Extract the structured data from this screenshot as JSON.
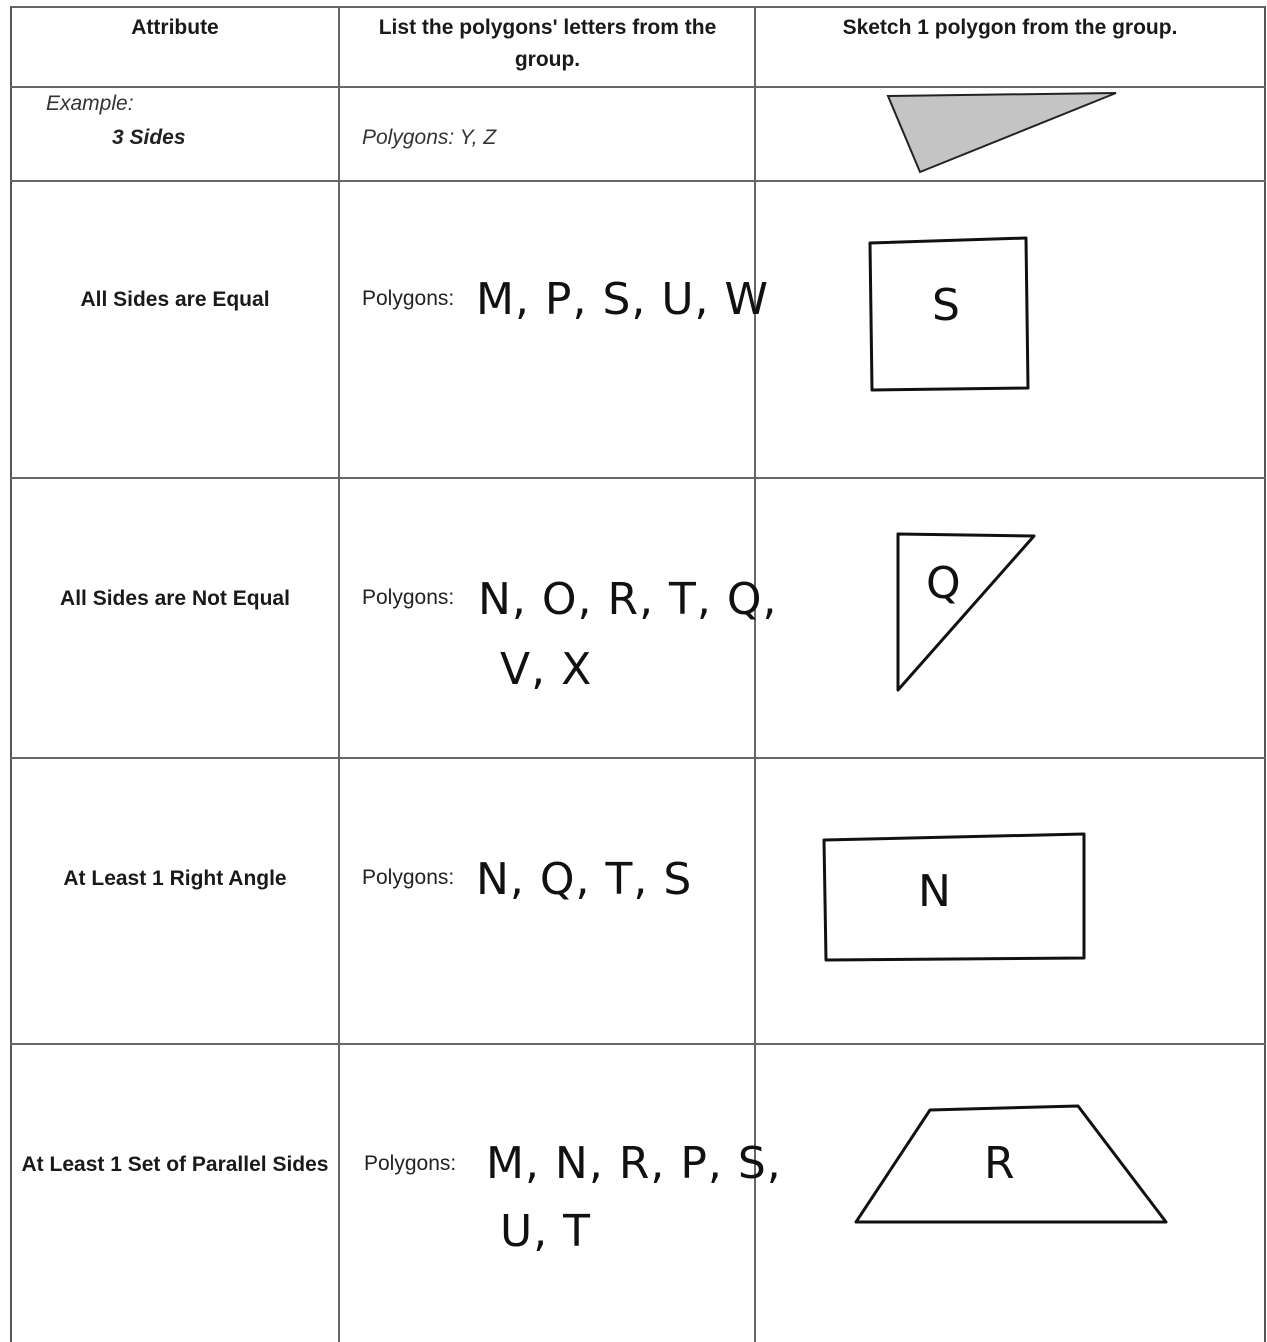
{
  "headers": {
    "attribute": "Attribute",
    "list": "List the polygons' letters from the group.",
    "sketch": "Sketch 1 polygon from the group."
  },
  "example": {
    "label": "Example:",
    "attribute": "3 Sides",
    "polygons": "Polygons: Y, Z"
  },
  "polygons_prefix": "Polygons:",
  "rows": [
    {
      "attribute": "All Sides are Equal",
      "answer_line1": "M, P, S, U, W",
      "answer_line2": "",
      "sketch_letter": "S"
    },
    {
      "attribute": "All Sides are Not Equal",
      "answer_line1": "N, O, R, T, Q,",
      "answer_line2": "V, X",
      "sketch_letter": "Q"
    },
    {
      "attribute": "At Least 1 Right Angle",
      "answer_line1": "N, Q, T, S",
      "answer_line2": "",
      "sketch_letter": "N"
    },
    {
      "attribute": "At Least 1 Set of Parallel Sides",
      "answer_line1": "M, N, R, P, S,",
      "answer_line2": "U, T",
      "sketch_letter": "R"
    }
  ],
  "colors": {
    "example_fill": "#c4c4c4",
    "lines": "#666666",
    "ink": "#111111"
  }
}
